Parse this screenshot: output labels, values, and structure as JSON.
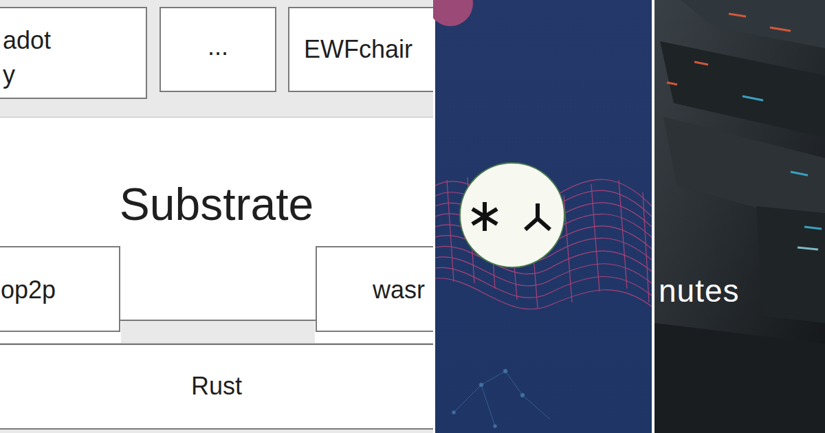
{
  "diagram": {
    "nodes": [
      {
        "text": [
          "adot y"
        ]
      },
      {
        "text": [
          "..."
        ]
      },
      {
        "text": [
          "EWFchair"
        ]
      },
      {
        "text": [
          "Substrate"
        ]
      },
      {
        "text": [
          "op2p"
        ],
        "in": 3
      },
      {
        "text": [
          "wasr"
        ],
        "in": 3
      },
      {
        "text": [
          "Rust"
        ]
      }
    ],
    "edges": [
      {
        "from": 4,
        "to": 5,
        "arrow": "none"
      }
    ],
    "labels": [
      "nutes"
    ]
  }
}
